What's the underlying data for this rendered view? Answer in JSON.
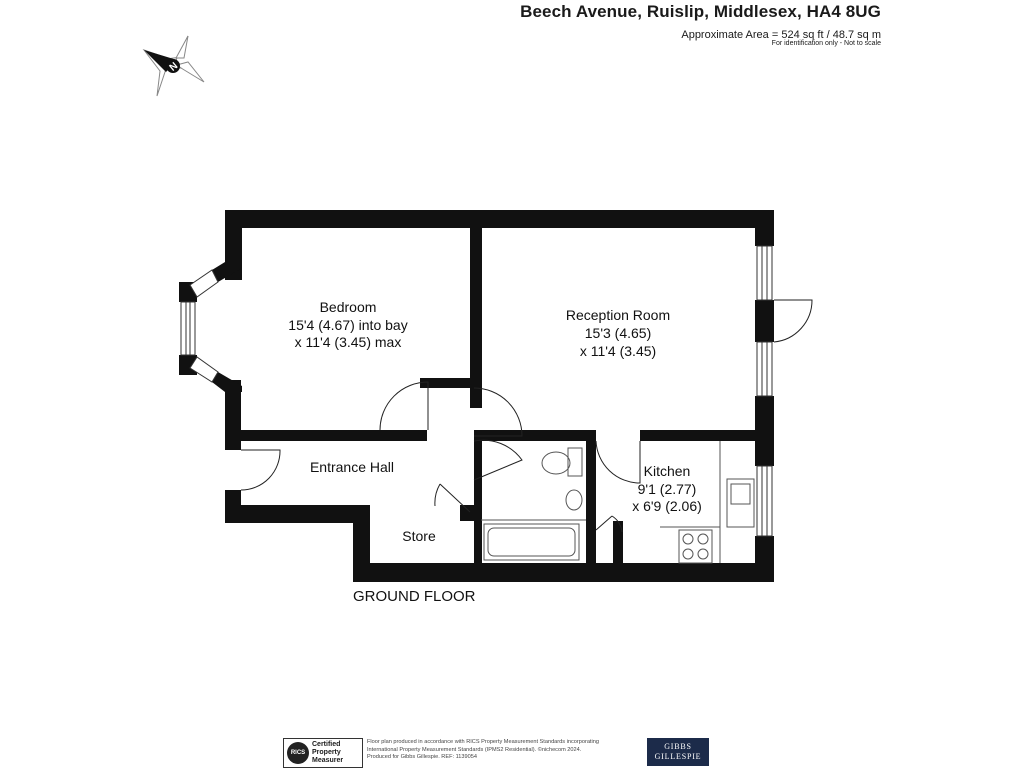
{
  "header": {
    "title": "Beech Avenue, Ruislip, Middlesex, HA4 8UG",
    "area": "Approximate Area = 524 sq ft / 48.7 sq m",
    "note": "For identification only - Not to scale"
  },
  "compass": {
    "letter": "N"
  },
  "rooms": {
    "bedroom": {
      "name": "Bedroom",
      "dim1": "15'4 (4.67) into bay",
      "dim2": "x 11'4 (3.45) max"
    },
    "reception": {
      "name": "Reception Room",
      "dim1": "15'3 (4.65)",
      "dim2": "x 11'4 (3.45)"
    },
    "hall": {
      "name": "Entrance Hall"
    },
    "kitchen": {
      "name": "Kitchen",
      "dim1": "9'1 (2.77)",
      "dim2": "x 6'9 (2.06)"
    },
    "store": {
      "name": "Store"
    }
  },
  "floor_label": "GROUND FLOOR",
  "footer": {
    "badge_short": "RICS",
    "badge_line1": "Certified",
    "badge_line2": "Property",
    "badge_line3": "Measurer",
    "note_line1": "Floor plan produced in accordance with RICS Property Measurement Standards incorporating",
    "note_line2": "International Property Measurement Standards (IPMS2 Residential). ©nichecom 2024.",
    "note_line3": "Produced for Gibbs Gillespie.   REF: 1139054",
    "agent_line1": "GIBBS",
    "agent_line2": "GILLESPIE"
  }
}
